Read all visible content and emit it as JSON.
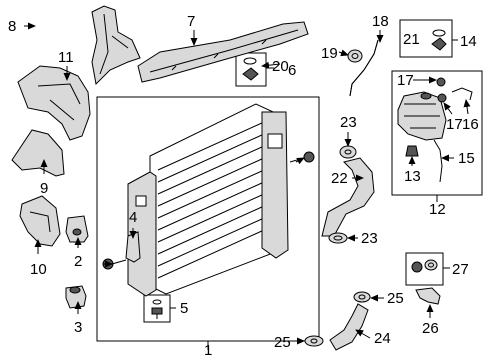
{
  "callouts": {
    "c1": "1",
    "c2": "2",
    "c3": "3",
    "c4": "4",
    "c5": "5",
    "c6": "6",
    "c7": "7",
    "c8": "8",
    "c9": "9",
    "c10": "10",
    "c11": "11",
    "c12": "12",
    "c13": "13",
    "c14": "14",
    "c15": "15",
    "c16": "16",
    "c17a": "17",
    "c17b": "17",
    "c18": "18",
    "c19": "19",
    "c20": "20",
    "c21": "21",
    "c22": "22",
    "c23a": "23",
    "c23b": "23",
    "c24": "24",
    "c25a": "25",
    "c25b": "25",
    "c26": "26",
    "c27": "27"
  }
}
